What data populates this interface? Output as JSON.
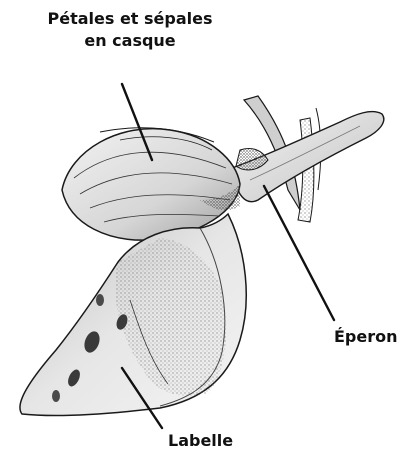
{
  "labels": {
    "helmet_line1": "Pétales et sépales",
    "helmet_line2": "en casque",
    "spur": "Éperon",
    "lip": "Labelle"
  },
  "colors": {
    "ink": "#1a1a1a",
    "shade_light": "#d9d9d9",
    "shade_mid": "#a8a8a8",
    "shade_dark": "#555555",
    "background": "#ffffff"
  }
}
